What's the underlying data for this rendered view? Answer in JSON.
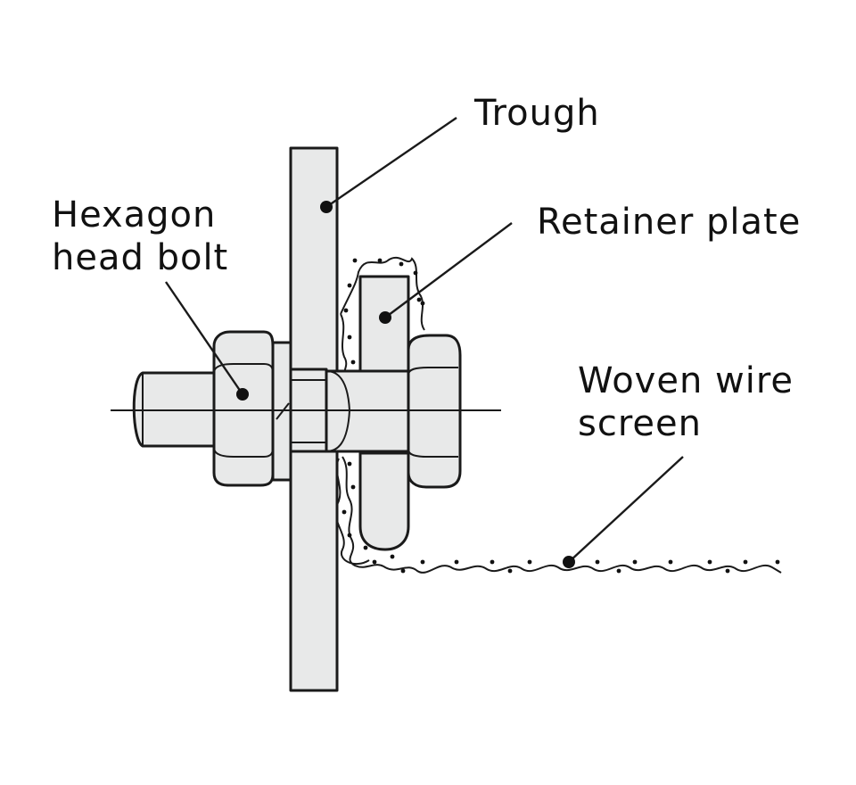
{
  "labels": {
    "trough": "Trough",
    "hexagon_line1": "Hexagon",
    "hexagon_line2": "head bolt",
    "retainer": "Retainer plate",
    "woven_line1": "Woven wire",
    "woven_line2": "screen"
  },
  "colors": {
    "part_fill": "#e8e9e9",
    "stroke": "#1a1a1a",
    "background": "#ffffff"
  }
}
